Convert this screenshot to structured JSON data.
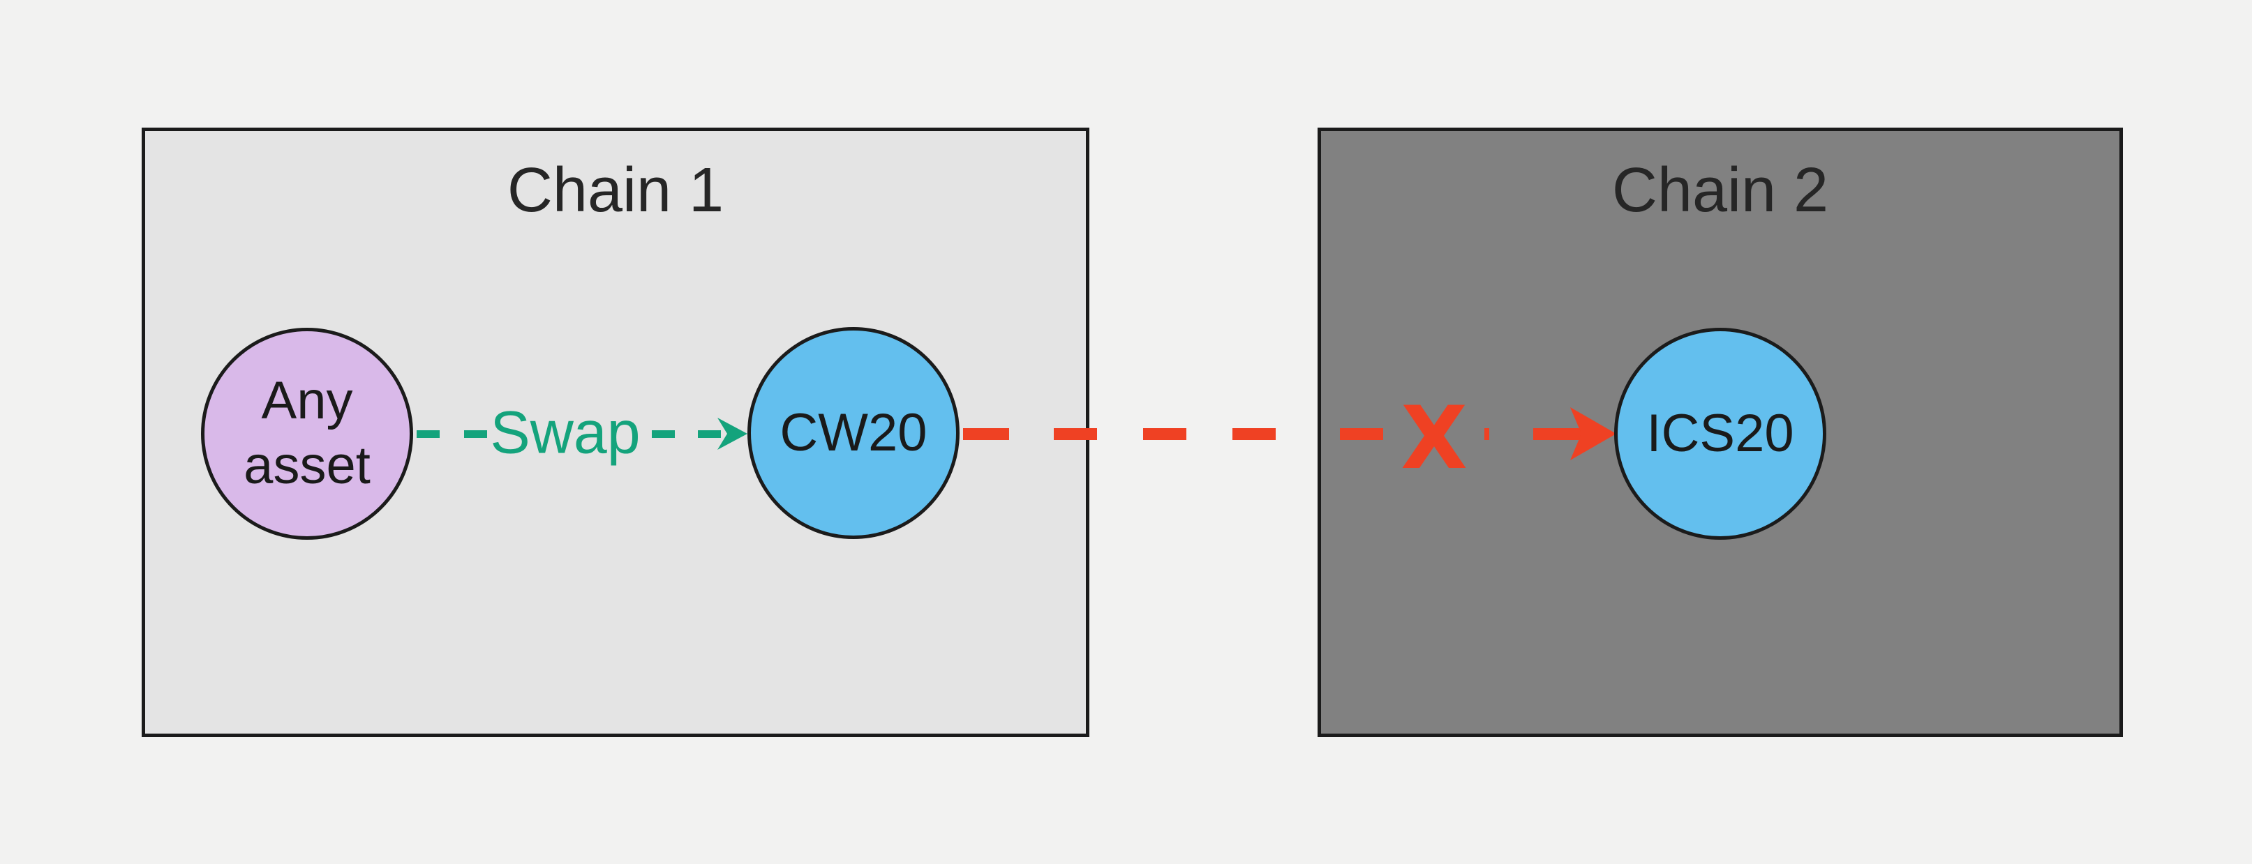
{
  "colors": {
    "page-bg": "#f2f2f1",
    "chain1-bg": "#e4e4e4",
    "chain2-bg": "#818181",
    "box-border": "#1b1b1b",
    "purple-node": "#d9b9e9",
    "blue-node": "#63bfee",
    "swap-green": "#14a37c",
    "blocked-red": "#ef4123",
    "title-text": "#262626",
    "node-text": "#1a1a1a"
  },
  "diagram": {
    "chains": [
      {
        "title": "Chain 1"
      },
      {
        "title": "Chain 2"
      }
    ],
    "nodes": [
      {
        "id": "any-asset",
        "label": "Any asset"
      },
      {
        "id": "cw20",
        "label": "CW20"
      },
      {
        "id": "ics20",
        "label": "ICS20"
      }
    ],
    "swap_arrow": {
      "label": "Swap"
    },
    "blocked_arrow": {
      "marker": "X"
    }
  }
}
